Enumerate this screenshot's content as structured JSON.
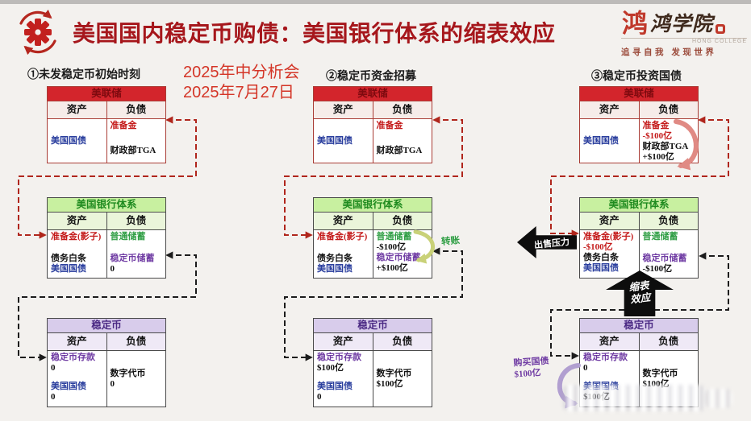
{
  "header": {
    "title": "美国国内稳定币购债：美国银行体系的缩表效应",
    "date_line1": "2025年中分析会",
    "date_line2": "2025年7月27日"
  },
  "logo": {
    "seal_char": "鸿",
    "name": "鸿学院",
    "name_en": "HONG COLLEGE",
    "tagline": "追寻自我 发现世界"
  },
  "labels": {
    "assets": "资产",
    "liabilities": "负债"
  },
  "titles": {
    "fed": "美联储",
    "bank": "美国银行体系",
    "stable": "稳定币"
  },
  "columns": [
    {
      "heading": "①未发稳定币初始时刻",
      "fed": {
        "a1": "美国国债",
        "l1": "准备金",
        "l2": "财政部TGA"
      },
      "bank": {
        "a1": "准备金(影子)",
        "a2": "债务白条",
        "a3": "美国国债",
        "l1": "普通储蓄",
        "l2": "稳定币储蓄",
        "l2v": "0"
      },
      "stable": {
        "a1": "稳定币存款",
        "a1v": "0",
        "a2": "美国国债",
        "a2v": "0",
        "l1": "数字代币",
        "l1v": "0"
      }
    },
    {
      "heading": "②稳定币资金招募",
      "fed": {
        "a1": "美国国债",
        "l1": "准备金",
        "l2": "财政部TGA"
      },
      "bank": {
        "a1": "准备金(影子)",
        "a2": "债务白条",
        "a3": "美国国债",
        "l1": "普通储蓄",
        "l1v": "-$100亿",
        "l2": "稳定币储蓄",
        "l2v": "+$100亿"
      },
      "stable": {
        "a1": "稳定币存款",
        "a1v": "$100亿",
        "a2": "美国国债",
        "a2v": "0",
        "l1": "数字代币",
        "l1v": "$100亿"
      },
      "transfer_label": "转账"
    },
    {
      "heading": "③稳定币投资国债",
      "fed": {
        "a1": "美国国债",
        "l1": "准备金",
        "l1v": "-$100亿",
        "l2": "财政部TGA",
        "l2v": "+$100亿"
      },
      "bank": {
        "a1": "准备金(影子)",
        "a1v": "-$100亿",
        "a2": "债务白条",
        "a3": "美国国债",
        "l1": "普通储蓄",
        "l2": "稳定币储蓄",
        "l2v": "-$100亿"
      },
      "stable": {
        "a1": "稳定币存款",
        "a1v": "0",
        "a2": "美国国债",
        "a2v": "$100亿",
        "l1": "数字代币",
        "l1v": "$100亿"
      },
      "sell_pressure_label": "出售压力",
      "shrink_label_line1": "缩表",
      "shrink_label_line2": "效应",
      "buy_label_line1": "购买国债",
      "buy_label_line2": "$100亿"
    }
  ],
  "colors": {
    "title_red": "#a6171c",
    "date_red": "#d43527",
    "fed_header_red": "#d3252c",
    "bank_green": "#1f8b1f",
    "stable_purple": "#4b2a84",
    "asset_blue": "#2b3f9e",
    "reserve_red": "#c41a1a",
    "savings_green": "#2f9e44",
    "stablecoin_purple": "#6f3ba3",
    "connector_red": "#b0261c",
    "connector_dark": "#1c1c1c"
  }
}
